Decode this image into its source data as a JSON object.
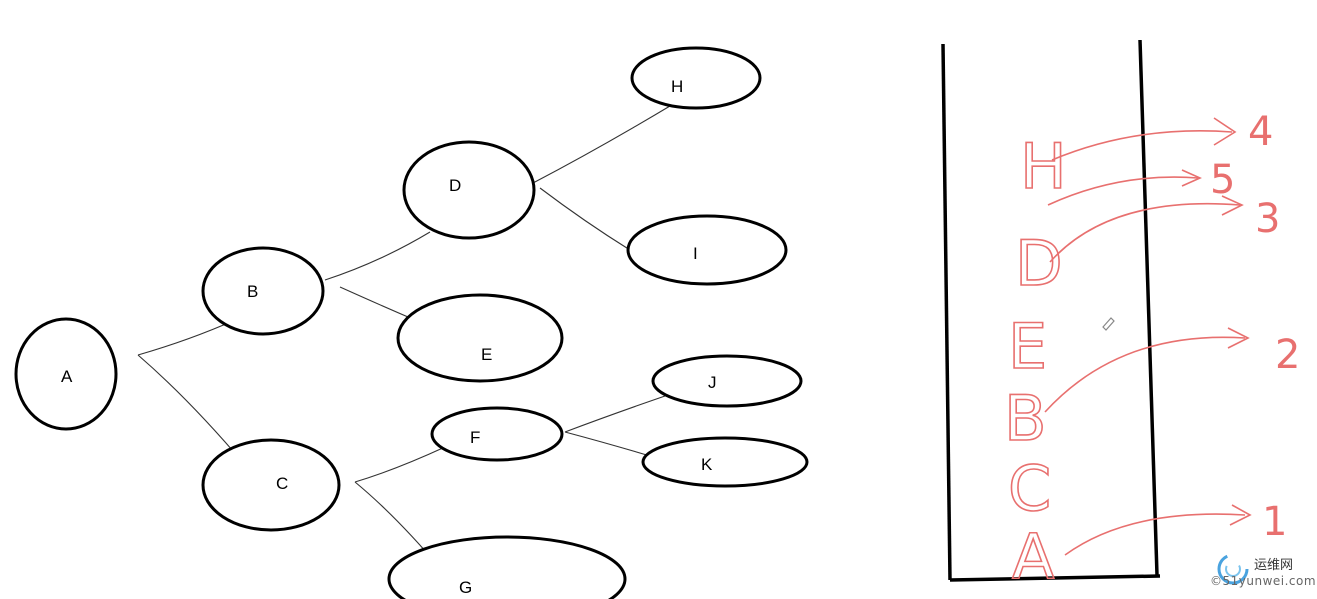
{
  "tree": {
    "nodes": [
      {
        "id": "A",
        "label": "A"
      },
      {
        "id": "B",
        "label": "B"
      },
      {
        "id": "C",
        "label": "C"
      },
      {
        "id": "D",
        "label": "D"
      },
      {
        "id": "E",
        "label": "E"
      },
      {
        "id": "F",
        "label": "F"
      },
      {
        "id": "G",
        "label": "G"
      },
      {
        "id": "H",
        "label": "H"
      },
      {
        "id": "I",
        "label": "I"
      },
      {
        "id": "J",
        "label": "J"
      },
      {
        "id": "K",
        "label": "K"
      }
    ],
    "edges": [
      [
        "A",
        "B"
      ],
      [
        "A",
        "C"
      ],
      [
        "B",
        "D"
      ],
      [
        "B",
        "E"
      ],
      [
        "C",
        "F"
      ],
      [
        "C",
        "G"
      ],
      [
        "D",
        "H"
      ],
      [
        "D",
        "I"
      ],
      [
        "F",
        "J"
      ],
      [
        "F",
        "K"
      ]
    ]
  },
  "stack": {
    "letters": [
      "A",
      "C",
      "B",
      "E",
      "D",
      "H"
    ],
    "numbers": [
      "1",
      "2",
      "3",
      "5",
      "4"
    ],
    "colors": {
      "ink": "#e8706f",
      "frame": "#000000"
    }
  },
  "watermark": {
    "cn": "运维网",
    "en": "©51yunwei.com",
    "icon": "swirl-logo-icon"
  }
}
